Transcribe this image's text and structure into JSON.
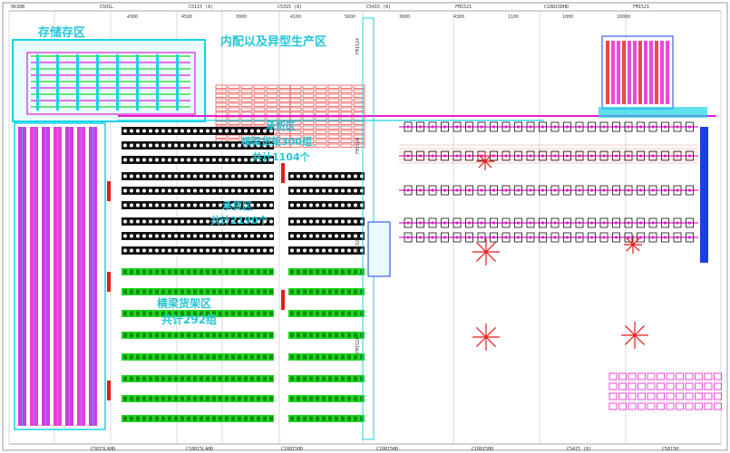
{
  "drawing": {
    "zone_labels": {
      "storage_area": "存储存区",
      "production_area": "内配以及异型生产区",
      "rack_area_top_line1": "承货区",
      "rack_area_top_line2": "横梁货架300组",
      "rack_area_top_line3": "共计1104个",
      "rack_area_mid_line1": "承货区",
      "rack_area_mid_line2": "共计2190个",
      "flow_rack_line1": "横梁货架区",
      "flow_rack_line2": "共计292组"
    },
    "top_codes": [
      "0630B",
      "C501L",
      "C5115 (8)",
      "C5315 (8)",
      "C5415 (8)",
      "FM1521",
      "C10815DHD",
      "FM1521"
    ],
    "bottom_codes": [
      "C5815LAHD",
      "C10815LAHD",
      "C10815HD",
      "C10815HD",
      "C10815HD",
      "C5415 (8)",
      "C5815H"
    ],
    "side_codes": [
      "FM1524",
      "FM1524",
      "FM1524",
      "FM1524"
    ],
    "dimensions": [
      "4300",
      "4500",
      "3000",
      "4100",
      "5600",
      "3600",
      "4300",
      "1100",
      "1000",
      "16000"
    ]
  },
  "colors": {
    "cyan": "#19d3e6",
    "magenta": "#e61bd0",
    "green": "#22d61f",
    "red": "#e51b1b",
    "blue": "#1a3ee6",
    "black": "#111111",
    "label": "#25c6d8"
  }
}
